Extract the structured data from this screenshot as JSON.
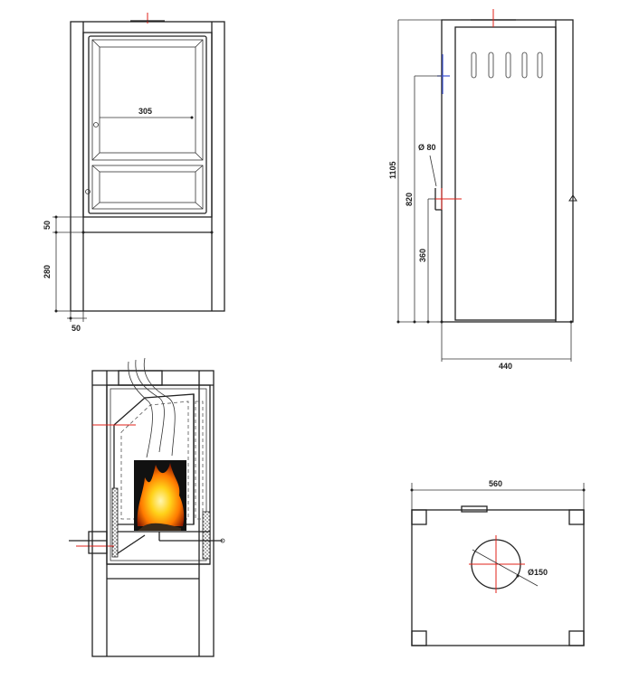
{
  "front_view": {
    "dim_width": "305",
    "dim_plinth": "50",
    "dim_lower": "280",
    "dim_leg": "50"
  },
  "side_view": {
    "dim_height": "1105",
    "dim_flue_dia": "Ø 80",
    "dim_flue_height": "820",
    "dim_air_height": "360",
    "dim_depth": "440"
  },
  "top_view": {
    "dim_width": "560",
    "dim_outlet_dia": "Ø150"
  },
  "colors": {
    "line": "#222222",
    "axis": "#e0201a",
    "marker": "#3a4fd0"
  }
}
